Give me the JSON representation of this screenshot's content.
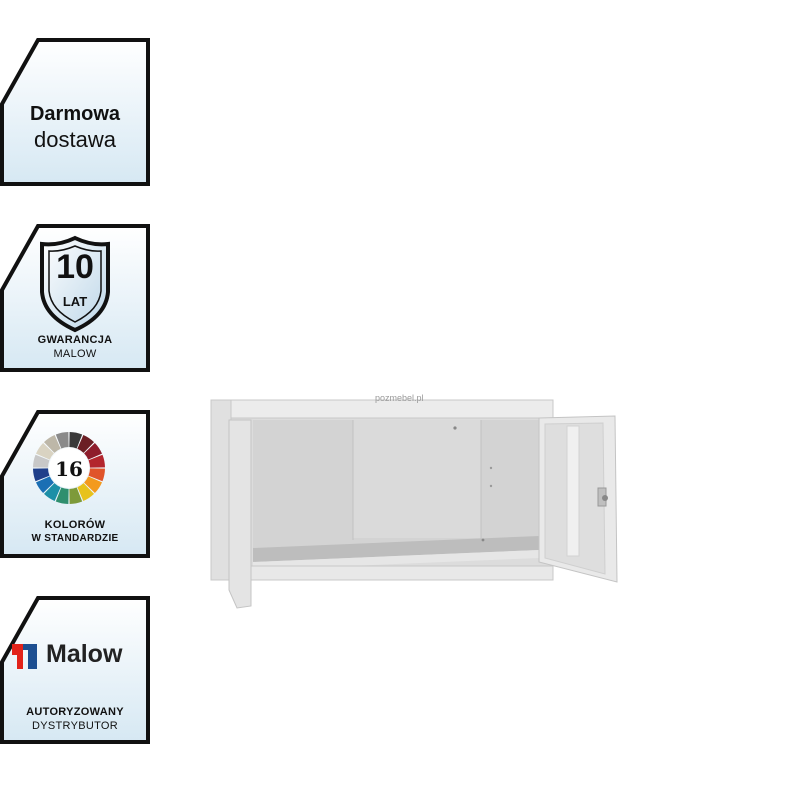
{
  "badges": {
    "delivery": {
      "line1": "Darmowa",
      "line2": "dostawa"
    },
    "warranty": {
      "number": "10",
      "unit": "LAT",
      "line1": "GWARANCJA",
      "line2": "MALOW"
    },
    "colors": {
      "count": "16",
      "line1": "KOLORÓW",
      "line2": "W STANDARDZIE"
    },
    "brand": {
      "logo_text": "Malow",
      "line1": "AUTORYZOWANY",
      "line2": "DYSTRYBUTOR"
    }
  },
  "product": {
    "watermark": "pozmebel.pl",
    "color": "#e6e6e6"
  },
  "colors": {
    "badge_border": "#111111",
    "badge_bg_top": "#ffffff",
    "badge_bg_bottom": "#d6e8f3",
    "malow_red": "#e2231a",
    "malow_blue": "#1d4f91"
  }
}
